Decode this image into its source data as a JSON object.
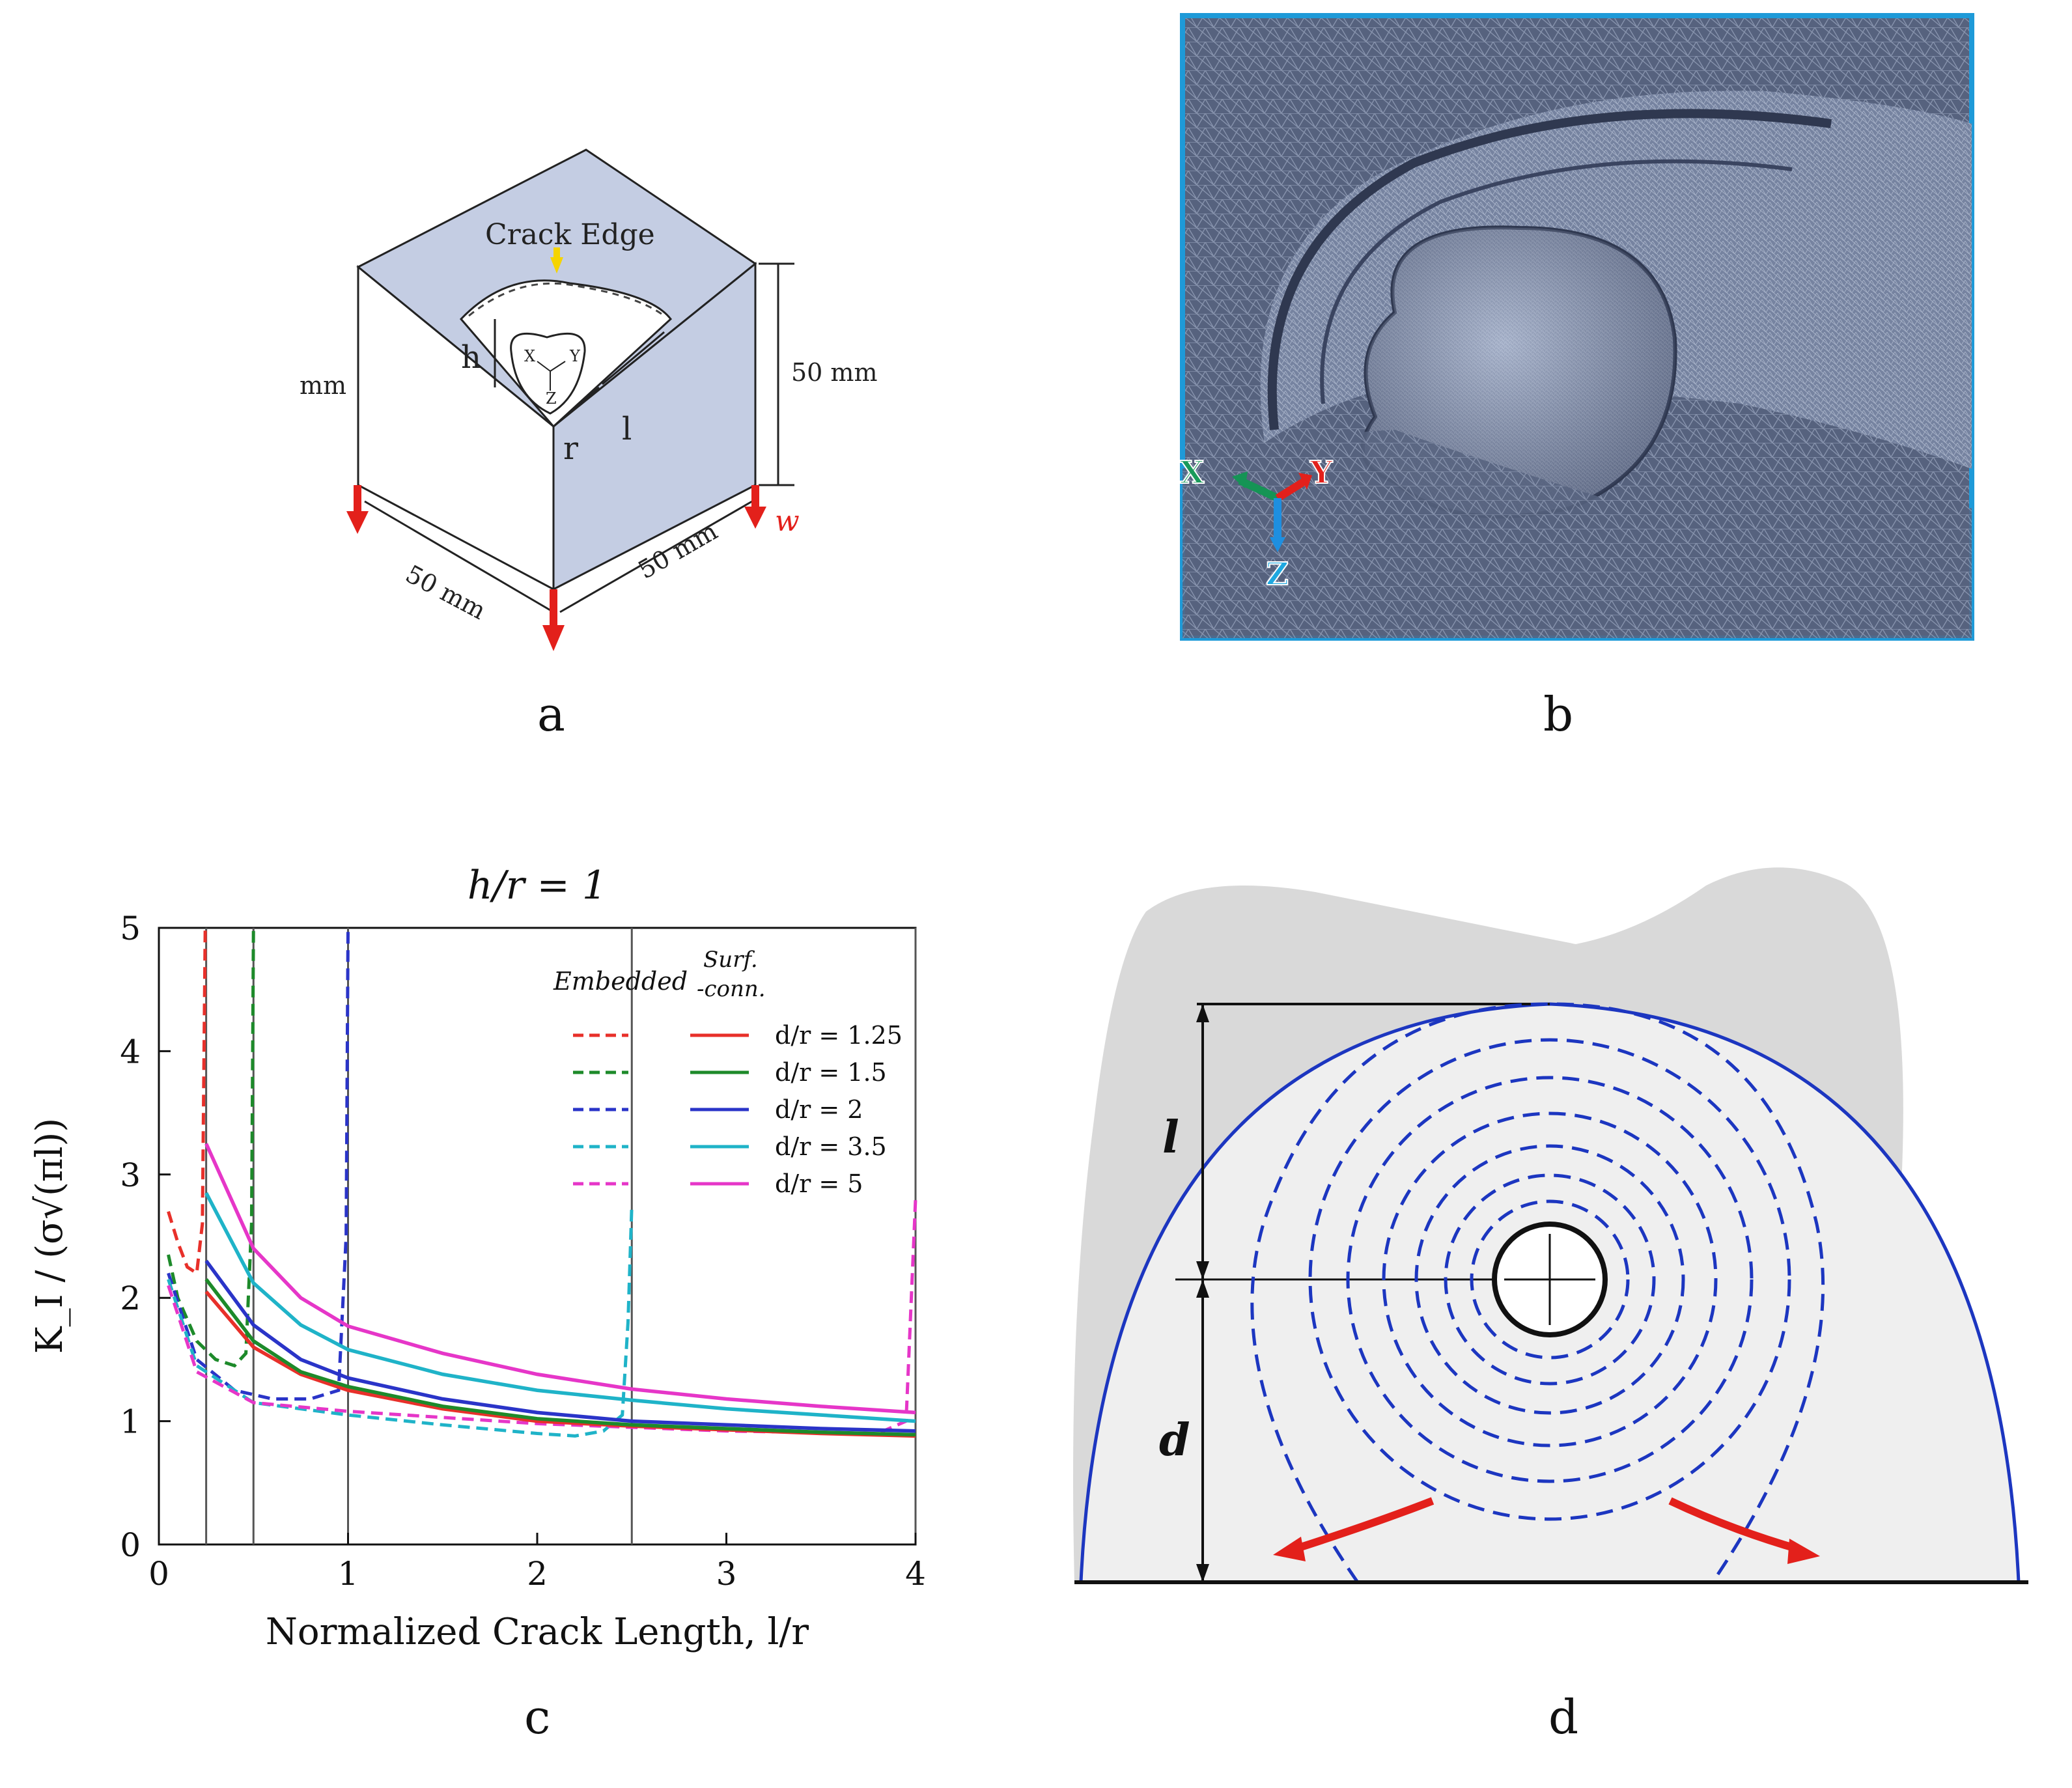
{
  "panel_a": {
    "label": "a",
    "crack_edge": "Crack Edge",
    "h": "h",
    "r": "r",
    "l": "l",
    "x": "X",
    "y": "Y",
    "z": "Z",
    "mm_left": "mm",
    "dim_right": "50 mm",
    "dim_bottom_left": "50 mm",
    "dim_bottom_right": "50 mm",
    "w": "w"
  },
  "panel_b": {
    "label": "b",
    "axis_x": "X",
    "axis_y": "Y",
    "axis_z": "Z"
  },
  "panel_c": {
    "label": "c",
    "title": "h/r = 1",
    "legend_head_embedded": "Embedded",
    "legend_head_surf": "Surf.\n-conn.",
    "legend_head_surf_1": "Surf.",
    "legend_head_surf_2": "-conn.",
    "colors": {
      "d1_25": "#e8302a",
      "d1_5": "#1d8a2a",
      "d2": "#2a34c8",
      "d3_5": "#1fb3c8",
      "d5": "#e636c8"
    }
  },
  "chart_data": {
    "type": "line",
    "title": "h/r = 1",
    "xlabel": "Normalized Crack Length, l/r",
    "ylabel": "K_I / (σ√(πl))",
    "xlim": [
      0,
      4
    ],
    "ylim": [
      0,
      5
    ],
    "xticks": [
      "0",
      "1",
      "2",
      "3",
      "4"
    ],
    "yticks": [
      "0",
      "1",
      "2",
      "3",
      "4",
      "5"
    ],
    "grid": false,
    "legend_position": "top-right",
    "series": [
      {
        "name": "d/r = 1.25",
        "group": "Embedded",
        "style": "dashed",
        "color": "#e8302a",
        "x": [
          0.05,
          0.1,
          0.15,
          0.2,
          0.23,
          0.245
        ],
        "y": [
          2.7,
          2.45,
          2.25,
          2.2,
          2.6,
          5.0
        ]
      },
      {
        "name": "d/r = 1.5",
        "group": "Embedded",
        "style": "dashed",
        "color": "#1d8a2a",
        "x": [
          0.05,
          0.1,
          0.2,
          0.3,
          0.4,
          0.46,
          0.49,
          0.5
        ],
        "y": [
          2.35,
          2.0,
          1.65,
          1.5,
          1.45,
          1.55,
          2.6,
          5.0
        ]
      },
      {
        "name": "d/r = 2",
        "group": "Embedded",
        "style": "dashed",
        "color": "#2a34c8",
        "x": [
          0.05,
          0.2,
          0.4,
          0.6,
          0.8,
          0.95,
          0.99,
          1.0
        ],
        "y": [
          2.2,
          1.5,
          1.25,
          1.18,
          1.18,
          1.25,
          2.5,
          5.0
        ]
      },
      {
        "name": "d/r = 3.5",
        "group": "Embedded",
        "style": "dashed",
        "color": "#1fb3c8",
        "x": [
          0.05,
          0.2,
          0.5,
          1.0,
          1.5,
          2.0,
          2.2,
          2.35,
          2.45,
          2.48,
          2.5
        ],
        "y": [
          2.15,
          1.45,
          1.15,
          1.05,
          0.97,
          0.9,
          0.88,
          0.92,
          1.05,
          1.8,
          2.75
        ]
      },
      {
        "name": "d/r = 5",
        "group": "Embedded",
        "style": "dashed",
        "color": "#e636c8",
        "x": [
          0.05,
          0.2,
          0.5,
          1.0,
          2.0,
          3.0,
          3.8,
          3.95,
          4.0
        ],
        "y": [
          2.1,
          1.4,
          1.15,
          1.08,
          0.98,
          0.92,
          0.9,
          1.0,
          2.8
        ]
      },
      {
        "name": "d/r = 1.25",
        "group": "Surf.-conn.",
        "style": "solid",
        "color": "#e8302a",
        "x": [
          0.25,
          0.5,
          0.75,
          1.0,
          1.5,
          2.0,
          2.5,
          3.0,
          3.5,
          4.0
        ],
        "y": [
          2.05,
          1.6,
          1.38,
          1.25,
          1.1,
          1.0,
          0.96,
          0.93,
          0.9,
          0.88
        ]
      },
      {
        "name": "d/r = 1.5",
        "group": "Surf.-conn.",
        "style": "solid",
        "color": "#1d8a2a",
        "x": [
          0.25,
          0.5,
          0.75,
          1.0,
          1.5,
          2.0,
          2.5,
          3.0,
          3.5,
          4.0
        ],
        "y": [
          2.15,
          1.65,
          1.4,
          1.28,
          1.12,
          1.02,
          0.97,
          0.94,
          0.91,
          0.89
        ]
      },
      {
        "name": "d/r = 2",
        "group": "Surf.-conn.",
        "style": "solid",
        "color": "#2a34c8",
        "x": [
          0.25,
          0.5,
          0.75,
          1.0,
          1.5,
          2.0,
          2.5,
          3.0,
          3.5,
          4.0
        ],
        "y": [
          2.3,
          1.78,
          1.5,
          1.35,
          1.18,
          1.07,
          1.0,
          0.97,
          0.94,
          0.92
        ]
      },
      {
        "name": "d/r = 3.5",
        "group": "Surf.-conn.",
        "style": "solid",
        "color": "#1fb3c8",
        "x": [
          0.25,
          0.5,
          0.75,
          1.0,
          1.5,
          2.0,
          2.5,
          3.0,
          3.5,
          4.0
        ],
        "y": [
          2.85,
          2.12,
          1.78,
          1.58,
          1.38,
          1.25,
          1.17,
          1.1,
          1.05,
          1.0
        ]
      },
      {
        "name": "d/r = 5",
        "group": "Surf.-conn.",
        "style": "solid",
        "color": "#e636c8",
        "x": [
          0.25,
          0.5,
          0.75,
          1.0,
          1.5,
          2.0,
          2.5,
          3.0,
          3.5,
          4.0
        ],
        "y": [
          3.25,
          2.4,
          2.0,
          1.77,
          1.55,
          1.38,
          1.26,
          1.18,
          1.12,
          1.07
        ]
      }
    ],
    "vertical_lines_x": [
      0.25,
      0.5,
      1.0,
      2.5,
      4.0
    ]
  },
  "panel_d": {
    "label": "d",
    "l": "l",
    "d": "d"
  }
}
